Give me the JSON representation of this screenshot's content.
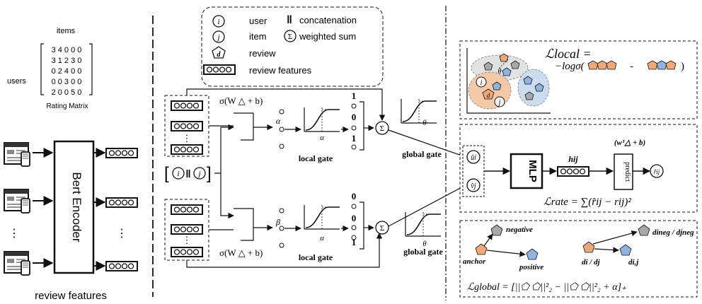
{
  "left": {
    "items_label": "items",
    "users_label": "users",
    "matrix_rows": [
      "3 4 0 0 0",
      "3 1 2 3 0",
      "0 2 4 0 0",
      "0 0 3 0 0",
      "2 0 0 5 0"
    ],
    "matrix_caption": "Rating Matrix",
    "encoder_label": "Bert Encoder",
    "ellipsis": "⋮",
    "caption": "review features"
  },
  "legend": {
    "user_symbol": "i",
    "user_label": "user",
    "item_symbol": "j",
    "item_label": "item",
    "review_symbol": "d",
    "review_label": "review",
    "features_label": "review features",
    "concat_symbol": "‖",
    "concat_label": "concatenation",
    "sum_symbol": "Σ",
    "sum_label": "weighted sum"
  },
  "center": {
    "formula_top": "σ(W △ + b)",
    "formula_bottom": "σ(W △ + b)",
    "alpha": "α",
    "beta": "β",
    "theta": "θ",
    "local_gate": "local gate",
    "global_gate": "global gate",
    "gate_top_values": [
      "1",
      "0",
      "1"
    ],
    "gate_bottom_values": [
      "0",
      "0",
      "1"
    ],
    "concat_i": "i",
    "concat_sep": "‖",
    "concat_j": "j",
    "sum": "Σ",
    "dots": "⋮"
  },
  "right": {
    "local_loss_lhs": "ℒlocal =",
    "local_loss_rhs_prefix": "−logσ(",
    "local_loss_minus": "-",
    "local_loss_rhs_suffix": ")",
    "theta": "θ",
    "node_i": "i",
    "node_d": "d",
    "node_j": "j",
    "u_label": "ûi",
    "v_label": "v̂j",
    "mlp": "MLP",
    "h_label": "hij",
    "w_formula": "(wᵀ△ + b)",
    "predict": "predict",
    "r_label": "r̂ij",
    "rate_loss": "ℒrate = ∑(r̂ij − rij)²",
    "negative": "negative",
    "anchor": "anchor",
    "positive": "positive",
    "d_pair": "di / dj",
    "d_neg": "dineg / djneg",
    "d_ij": "di,j",
    "global_loss": "ℒglobal = [||⬠ ⬠||²₂ − ||⬠ ⬠||²₂ + α]₊"
  },
  "colors": {
    "orange": "#f0a878",
    "blue": "#8fb4e0",
    "gray": "#a8a8a8",
    "orange_region": "#f4c9a8",
    "blue_region": "#c9dcf0",
    "gray_region": "#e2e2e2"
  }
}
